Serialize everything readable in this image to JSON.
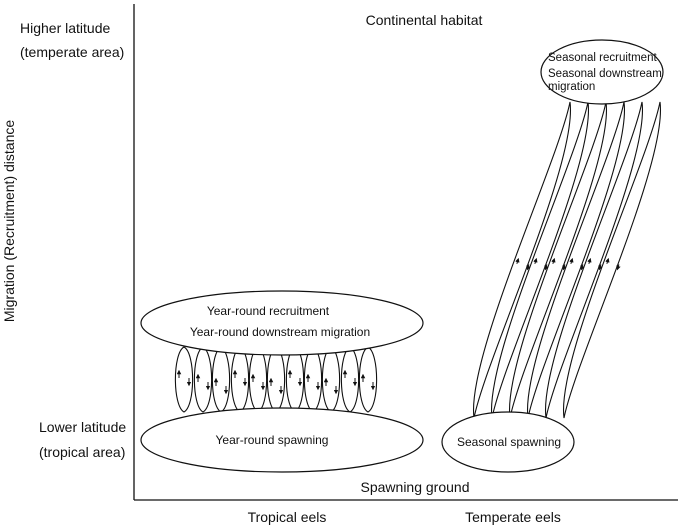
{
  "y_axis": {
    "title": "Migration (Recruitment) distance",
    "top_label": [
      "Higher latitude",
      "(temperate area)"
    ],
    "bottom_label": [
      "Lower latitude",
      "(tropical area)"
    ]
  },
  "x_axis": {
    "categories": [
      "Tropical eels",
      "Temperate eels"
    ]
  },
  "habitats": {
    "continental": "Continental habitat",
    "spawning": "Spawning ground"
  },
  "tropical": {
    "upper_ellipse": [
      "Year-round recruitment",
      "Year-round downstream migration"
    ],
    "lower_ellipse": "Year-round spawning"
  },
  "temperate": {
    "upper_ellipse": [
      "Seasonal recruitment",
      "Seasonal downstream",
      "migration"
    ],
    "lower_ellipse": "Seasonal spawning"
  }
}
